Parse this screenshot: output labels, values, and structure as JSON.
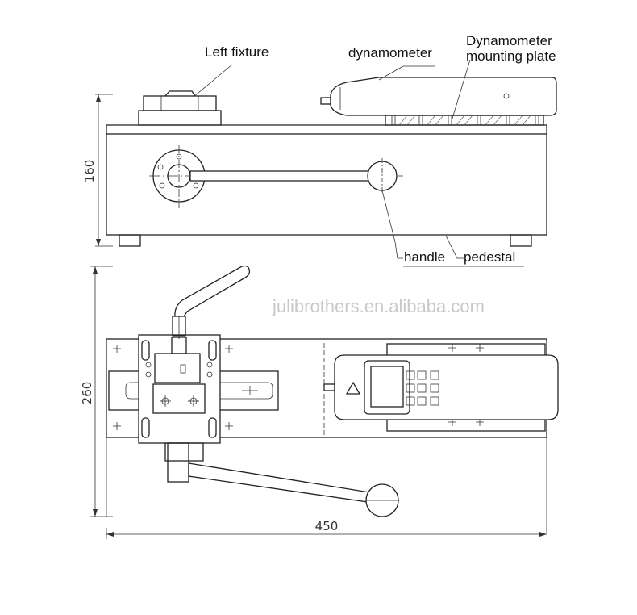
{
  "labels": {
    "left_fixture": "Left fixture",
    "dynamometer": "dynamometer",
    "mounting_plate_line1": "Dynamometer",
    "mounting_plate_line2": "mounting plate",
    "handle": "handle",
    "pedestal": "pedestal"
  },
  "dimensions": {
    "height_side": "160",
    "depth_top": "260",
    "width_top": "450"
  },
  "watermark": "julibrothers.en.alibaba.com"
}
